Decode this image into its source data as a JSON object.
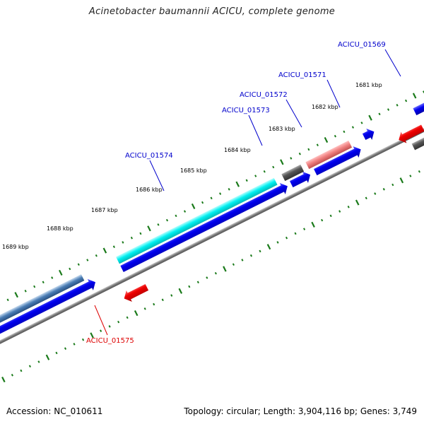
{
  "title": "Acinetobacter baumannii ACICU, complete genome",
  "footer": {
    "accession": "Accession: NC_010611",
    "summary": "Topology: circular; Length: 3,904,116 bp; Genes: 3,749"
  },
  "colors": {
    "forward_cds": "#0000ee",
    "reverse_cds": "#ee0000",
    "highlight_cyan": "#00e8e8",
    "highlight_pink": "#f08080",
    "gray_gene": "#555555",
    "blue_gray_gene": "#4a7db5",
    "label_forward": "#0000cc",
    "label_reverse": "#dd0000",
    "backbone": "#777777",
    "ticks": "#1a7a1a"
  },
  "ruler_labels": [
    "1681 kbp",
    "1682 kbp",
    "1683 kbp",
    "1684 kbp",
    "1685 kbp",
    "1686 kbp",
    "1687 kbp",
    "1688 kbp",
    "1689 kbp"
  ],
  "gene_labels": [
    {
      "name": "ACICU_01569",
      "strand": "forward"
    },
    {
      "name": "ACICU_01571",
      "strand": "forward"
    },
    {
      "name": "ACICU_01572",
      "strand": "forward"
    },
    {
      "name": "ACICU_01573",
      "strand": "forward"
    },
    {
      "name": "ACICU_01574",
      "strand": "forward"
    },
    {
      "name": "ACICU_01575",
      "strand": "reverse"
    }
  ]
}
